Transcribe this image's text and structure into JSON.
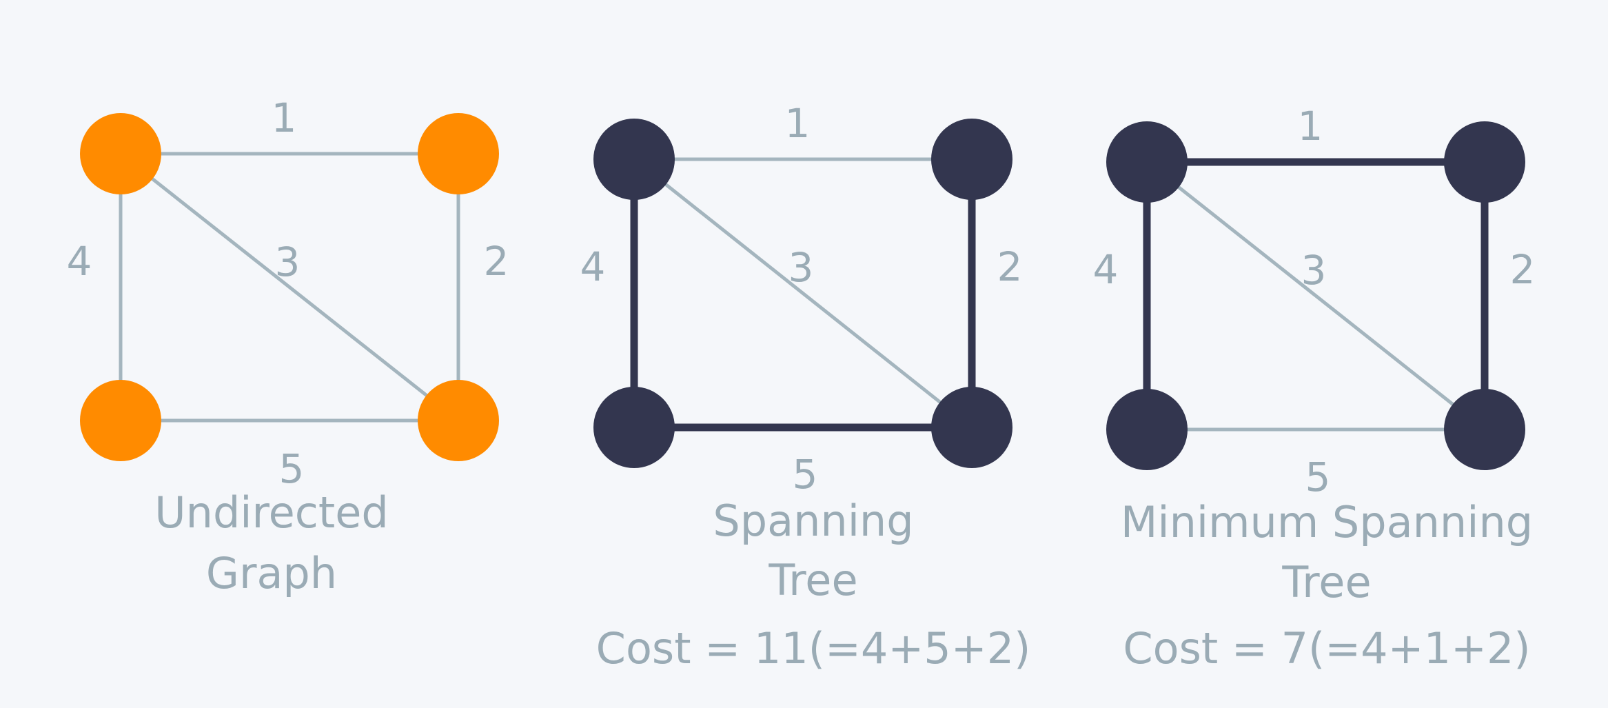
{
  "colors": {
    "background": "#f5f7fa",
    "edge": "#a4b5be",
    "highlight_edge": "#33364f",
    "orange_node": "#ff8b00",
    "dark_node": "#33364f",
    "label": "#9aabb5"
  },
  "graphs": [
    {
      "id": "undirected",
      "node_style": "orange",
      "caption": [
        "Undirected",
        "Graph"
      ],
      "edges": [
        {
          "from": "A",
          "to": "B",
          "weight": "1",
          "highlight": false
        },
        {
          "from": "B",
          "to": "D",
          "weight": "2",
          "highlight": false
        },
        {
          "from": "A",
          "to": "D",
          "weight": "3",
          "highlight": false
        },
        {
          "from": "A",
          "to": "C",
          "weight": "4",
          "highlight": false
        },
        {
          "from": "C",
          "to": "D",
          "weight": "5",
          "highlight": false
        }
      ]
    },
    {
      "id": "spanning",
      "node_style": "dark",
      "caption": [
        "Spanning",
        "Tree",
        "Cost = 11(=4+5+2)"
      ],
      "edges": [
        {
          "from": "A",
          "to": "B",
          "weight": "1",
          "highlight": false
        },
        {
          "from": "B",
          "to": "D",
          "weight": "2",
          "highlight": true
        },
        {
          "from": "A",
          "to": "D",
          "weight": "3",
          "highlight": false
        },
        {
          "from": "A",
          "to": "C",
          "weight": "4",
          "highlight": true
        },
        {
          "from": "C",
          "to": "D",
          "weight": "5",
          "highlight": true
        }
      ]
    },
    {
      "id": "minimum",
      "node_style": "dark",
      "caption": [
        "Minimum Spanning",
        "Tree",
        "Cost = 7(=4+1+2)"
      ],
      "edges": [
        {
          "from": "A",
          "to": "B",
          "weight": "1",
          "highlight": true
        },
        {
          "from": "B",
          "to": "D",
          "weight": "2",
          "highlight": true
        },
        {
          "from": "A",
          "to": "D",
          "weight": "3",
          "highlight": false
        },
        {
          "from": "A",
          "to": "C",
          "weight": "4",
          "highlight": true
        },
        {
          "from": "C",
          "to": "D",
          "weight": "5",
          "highlight": false
        }
      ]
    }
  ]
}
